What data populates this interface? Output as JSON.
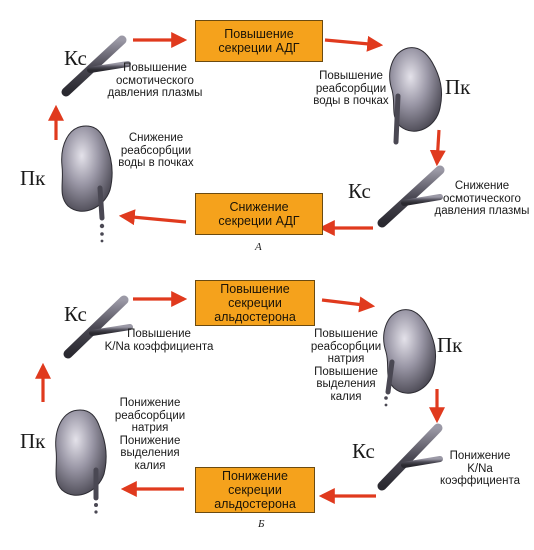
{
  "colors": {
    "box_fill": "#f5a21c",
    "arrow": "#e03a1e",
    "organ": "#8a8896"
  },
  "panel_a": {
    "caption": "А",
    "box_top": "Повышение\nсекреции АДГ",
    "box_bottom": "Снижение\nсекреции АДГ",
    "ks_top_label": "Кс",
    "ks_top_text": "Повышение\nосмотического\nдавления плазмы",
    "pk_right_label": "Пк",
    "pk_right_text": "Повышение\nреабсорбции\nводы в почках",
    "ks_right_label": "Кс",
    "ks_right_text": "Снижение\nосмотического\nдавления плазмы",
    "pk_left_label": "Пк",
    "pk_left_text": "Снижение\nреабсорбции\nводы в почках"
  },
  "panel_b": {
    "caption": "Б",
    "box_top": "Повышение\nсекреции\nальдостерона",
    "box_bottom": "Понижение\nсекреции\nальдостерона",
    "ks_top_label": "Кс",
    "ks_top_text": "Повышение\nK/Na  коэффициента",
    "pk_right_label": "Пк",
    "pk_right_text": "Повышение\nреабсорбции\nнатрия\nПовышение\nвыделения\nкалия",
    "ks_right_label": "Кс",
    "ks_right_text": "Понижение\nK/Na\nкоэффициента",
    "pk_left_label": "Пк",
    "pk_left_text": "Понижение\nреабсорбции\nнатрия\nПонижение\nвыделения\nкалия"
  }
}
